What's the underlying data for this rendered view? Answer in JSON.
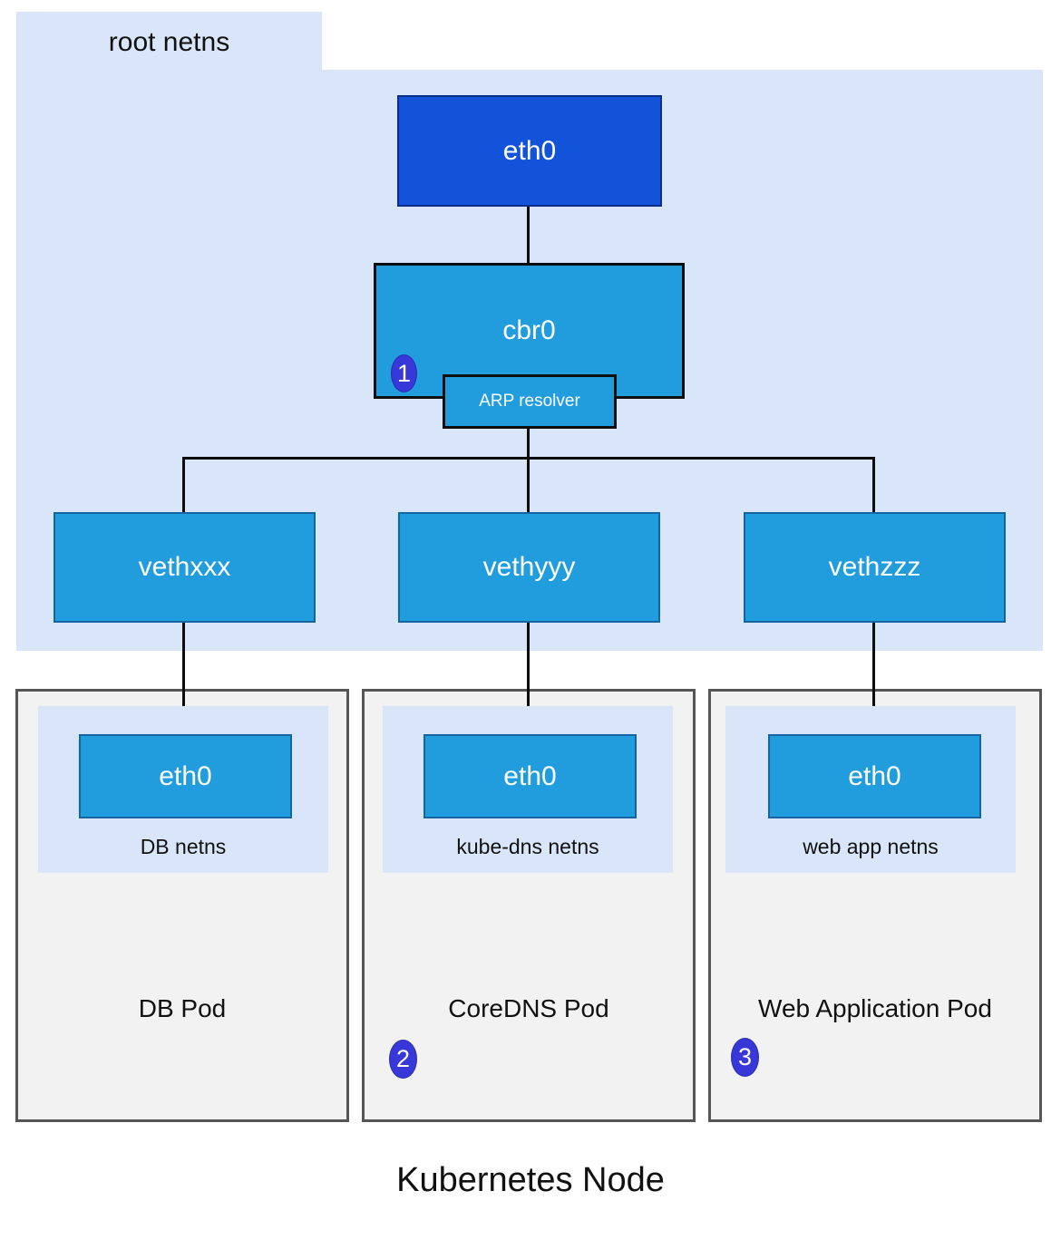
{
  "title": "Kubernetes Node",
  "colors": {
    "namespace_panel_blue": "#d9e6f9",
    "node_eth0_blue": "#1253d9",
    "device_cyan": "#219ddd",
    "device_border_blue": "#1565a0",
    "pod_gray": "#f2f2f2",
    "pod_border_gray": "#565656",
    "marker_indigo": "#3838d8",
    "connector_black": "#0d0d0d"
  },
  "root_netns": {
    "label": "root netns",
    "eth0": "eth0",
    "bridge": "cbr0",
    "arp_resolver": "ARP resolver",
    "marker": "1",
    "veth": [
      "vethxxx",
      "vethyyy",
      "vethzzz"
    ]
  },
  "pods": [
    {
      "name": "DB Pod",
      "netns": "DB netns",
      "iface": "eth0",
      "marker": ""
    },
    {
      "name": "CoreDNS Pod",
      "netns": "kube-dns netns",
      "iface": "eth0",
      "marker": "2"
    },
    {
      "name": "Web Application Pod",
      "netns": "web app netns",
      "iface": "eth0",
      "marker": "3"
    }
  ]
}
